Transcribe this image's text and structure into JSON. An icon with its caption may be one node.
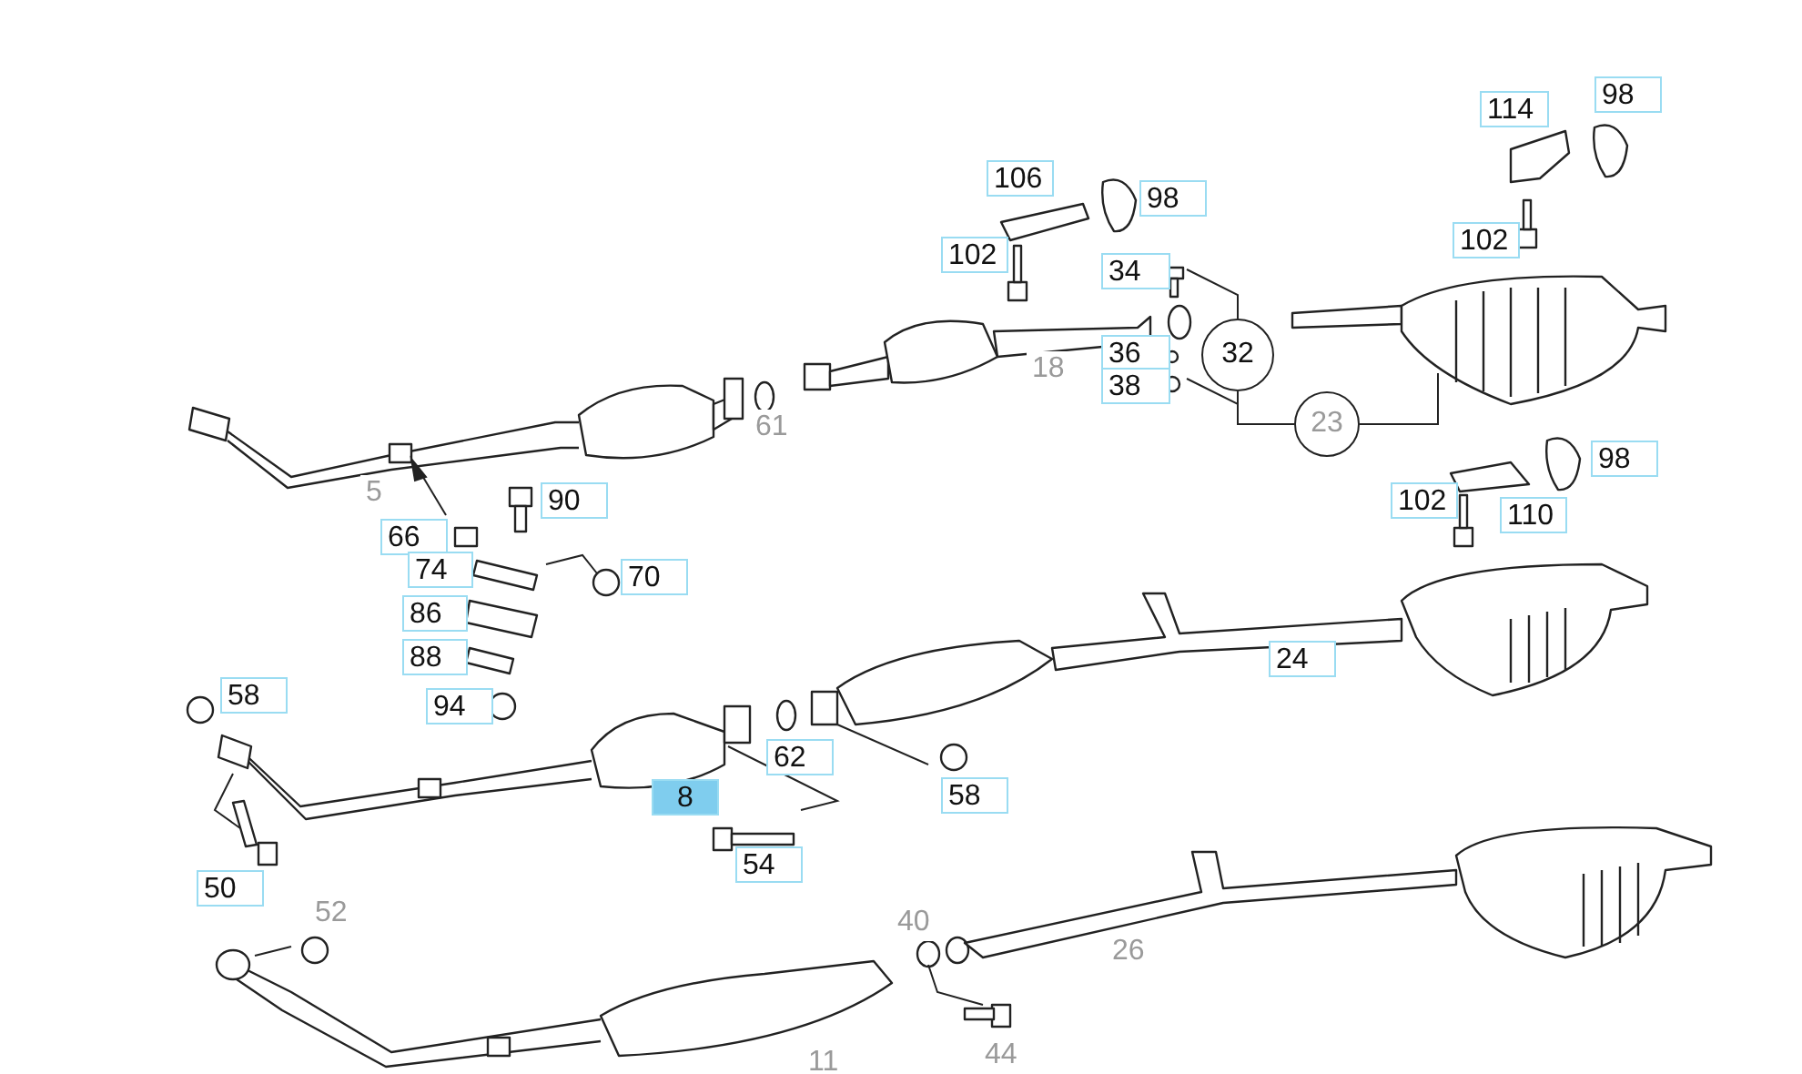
{
  "diagram": {
    "nodes": [
      {
        "text": [
          "32"
        ]
      },
      {
        "text": [
          "23"
        ]
      }
    ],
    "labels": [
      "98",
      "114",
      "106",
      "98",
      "102",
      "102",
      "34",
      "18",
      "36",
      "38",
      "61",
      "5",
      "98",
      "102",
      "110",
      "90",
      "66",
      "74",
      "70",
      "86",
      "24",
      "88",
      "58",
      "94",
      "62",
      "8",
      "58",
      "54",
      "50",
      "52",
      "40",
      "26",
      "44",
      "11"
    ]
  }
}
